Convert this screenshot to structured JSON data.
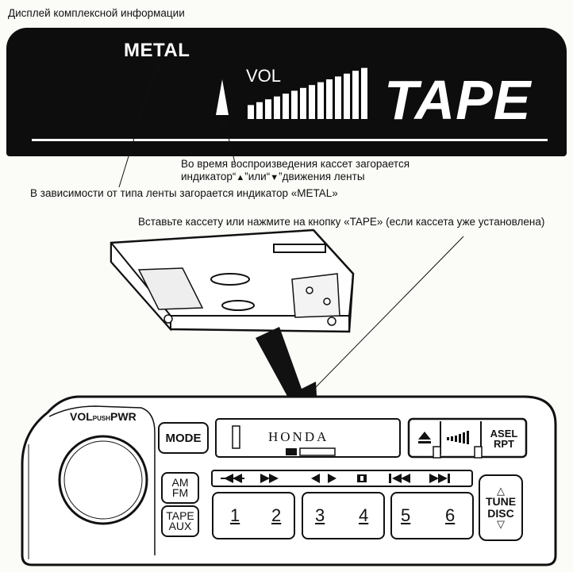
{
  "captions": {
    "display_title": "Дисплей комплексной информации",
    "direction_line1": "Во время воспроизведения кассет загорается",
    "direction_line2_a": "индикатор“",
    "direction_line2_b": "”или“",
    "direction_line2_c": "”движения ленты",
    "metal_note": "В зависимости от типа ленты загорается индикатор «METAL»",
    "insert_note": "Вставьте кассету или нажмите на кнопку «TAPE» (если кассета уже установлена)"
  },
  "display": {
    "metal": "METAL",
    "vol": "VOL",
    "tape": "TAPE",
    "vol_bar_levels": [
      1,
      2,
      3,
      4,
      5,
      6,
      7,
      8,
      9,
      10,
      11,
      12,
      13,
      14
    ]
  },
  "radio": {
    "vol_push_pwr_a": "VOL",
    "vol_push_pwr_b": "PUSH",
    "vol_push_pwr_c": "PWR",
    "mode": "MODE",
    "brand": "HONDA",
    "am": "AM",
    "fm": "FM",
    "tape": "TAPE",
    "aux": "AUX",
    "asel": "ASEL",
    "rpt": "RPT",
    "tune": "TUNE",
    "disc": "DISC",
    "presets": [
      "1",
      "2",
      "3",
      "4",
      "5",
      "6"
    ]
  },
  "icons": {
    "up_arrow": "▲",
    "down_arrow": "▼",
    "eject": "eject-icon",
    "signal": "signal-bars-icon",
    "rewind": "rewind-icon",
    "fast_forward": "fast-forward-icon",
    "tape_direction": "tape-direction-icon",
    "prev_track": "previous-track-icon",
    "next_track": "next-track-icon"
  }
}
